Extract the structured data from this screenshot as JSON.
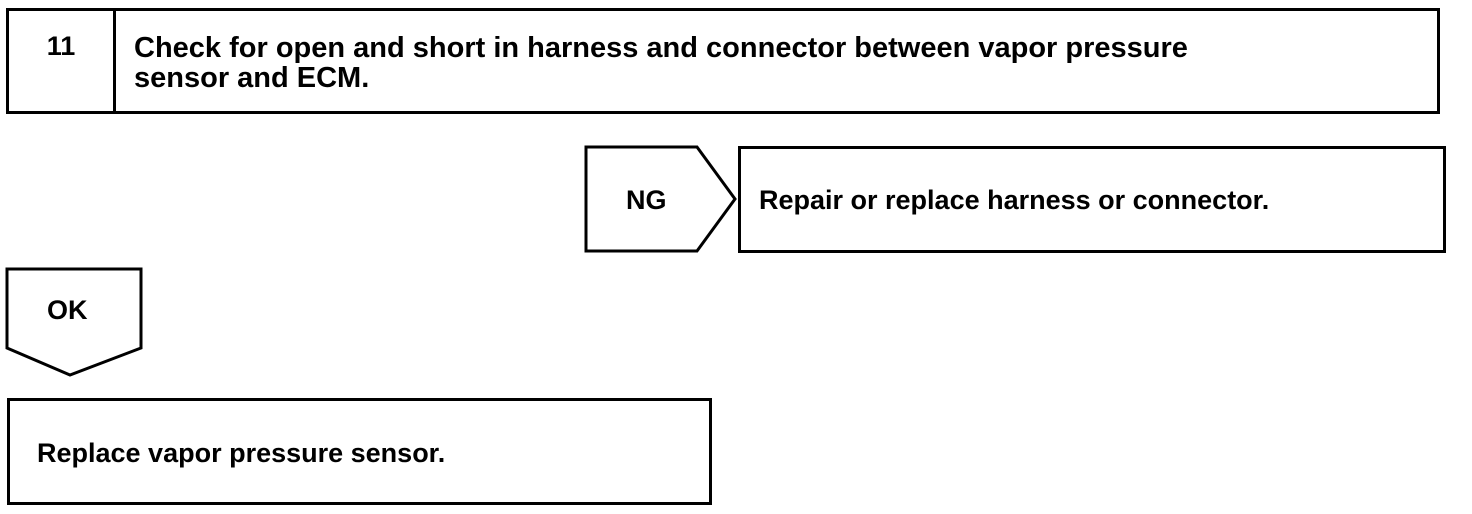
{
  "step": {
    "number": "11",
    "title": "Check for open and short in harness and connector between vapor pressure\nsensor and ECM."
  },
  "ng_branch": {
    "label": "NG",
    "action": "Repair or replace harness or connector."
  },
  "ok_branch": {
    "label": "OK",
    "action": "Replace vapor pressure sensor."
  }
}
